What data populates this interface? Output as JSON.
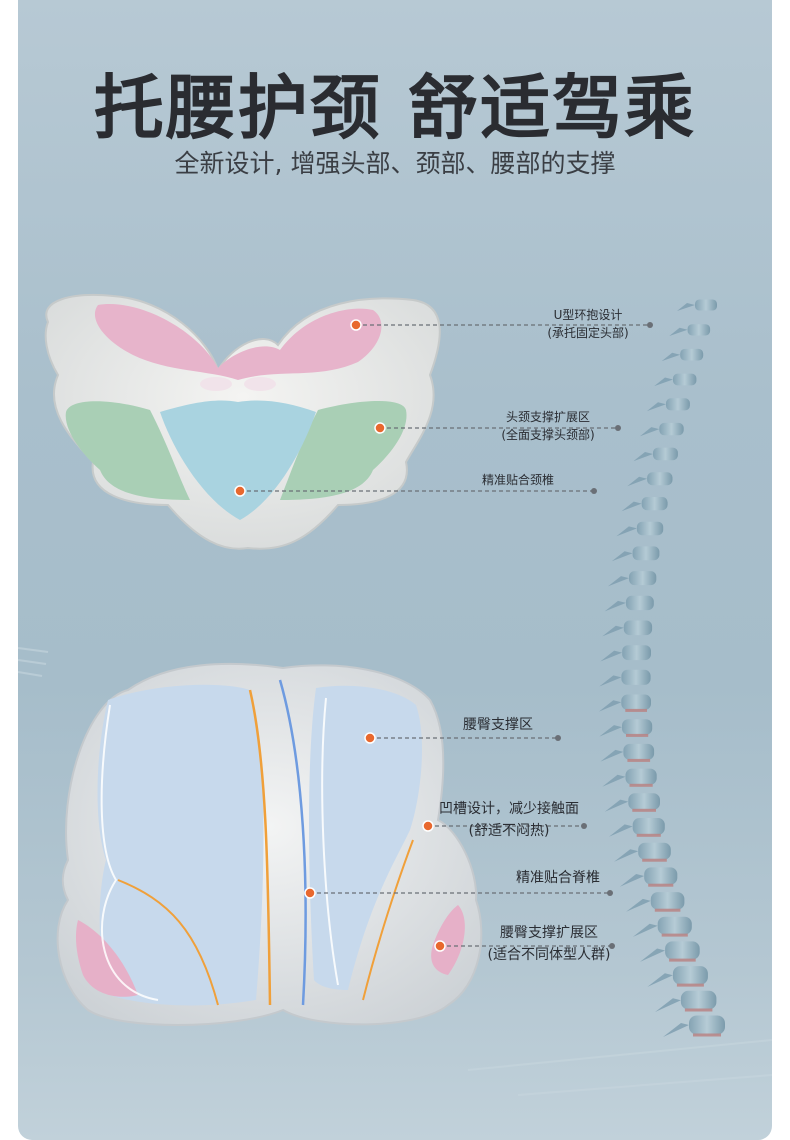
{
  "header": {
    "title": "托腰护颈 舒适驾乘",
    "subtitle": "全新设计, 增强头部、颈部、腰部的支撑"
  },
  "neck_pillow": {
    "callouts": [
      {
        "line1": "U型环抱设计",
        "line2": "(承托固定头部)"
      },
      {
        "line1": "头颈支撑扩展区",
        "line2": "(全面支撑头颈部)"
      },
      {
        "line1": "精准贴合颈椎",
        "line2": ""
      }
    ]
  },
  "lumbar_pillow": {
    "callouts": [
      {
        "line1": "腰臀支撑区",
        "line2": ""
      },
      {
        "line1": "凹槽设计，减少接触面",
        "line2": "(舒适不闷热)"
      },
      {
        "line1": "精准贴合脊椎",
        "line2": ""
      },
      {
        "line1": "腰臀支撑扩展区",
        "line2": "(适合不同体型人群)"
      }
    ]
  },
  "colors": {
    "pink_zone": "#e7b4cb",
    "green_zone": "#a9cfb5",
    "blue_zone": "#a9d3e0",
    "lumbar_fill": "#c7d9ec",
    "accent_dot": "#e8682e",
    "orange_line": "#f0a03a",
    "spine": "#8aa9b8"
  }
}
